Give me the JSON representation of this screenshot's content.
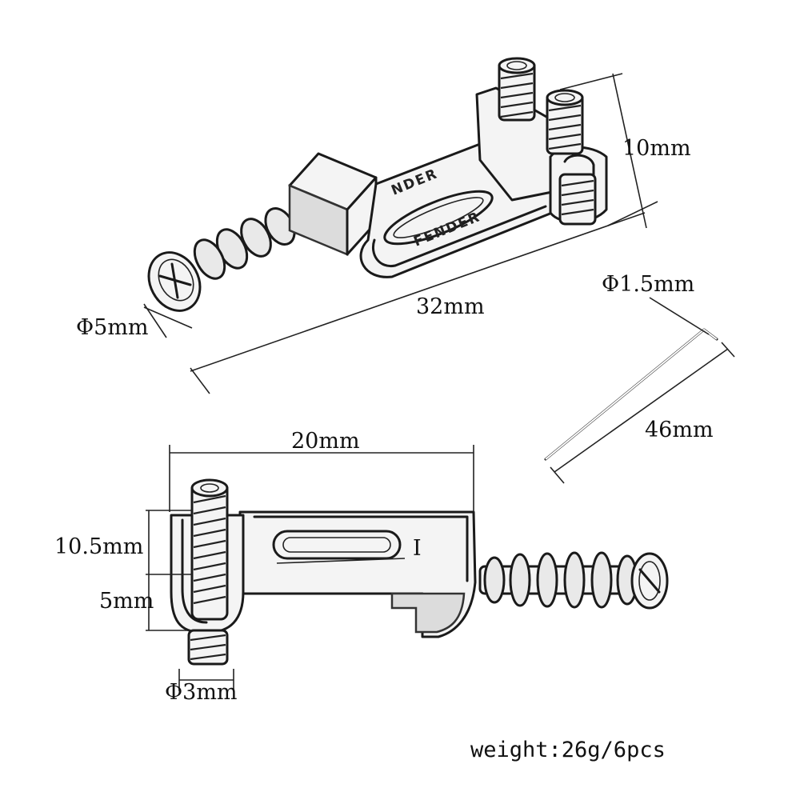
{
  "diagram": {
    "labels": {
      "top_height": "10mm",
      "top_length": "32mm",
      "top_screw_diameter": "Φ5mm",
      "wrench_diameter": "Φ1.5mm",
      "wrench_length": "46mm",
      "bottom_width": "20mm",
      "bottom_height_upper": "10.5mm",
      "bottom_height_lower": "5mm",
      "bottom_screw_diameter": "Φ3mm",
      "slot_marker": "I"
    },
    "engravings": {
      "upper": "NDER",
      "lower": "FENDER"
    },
    "weight": "weight:26g/6pcs"
  }
}
